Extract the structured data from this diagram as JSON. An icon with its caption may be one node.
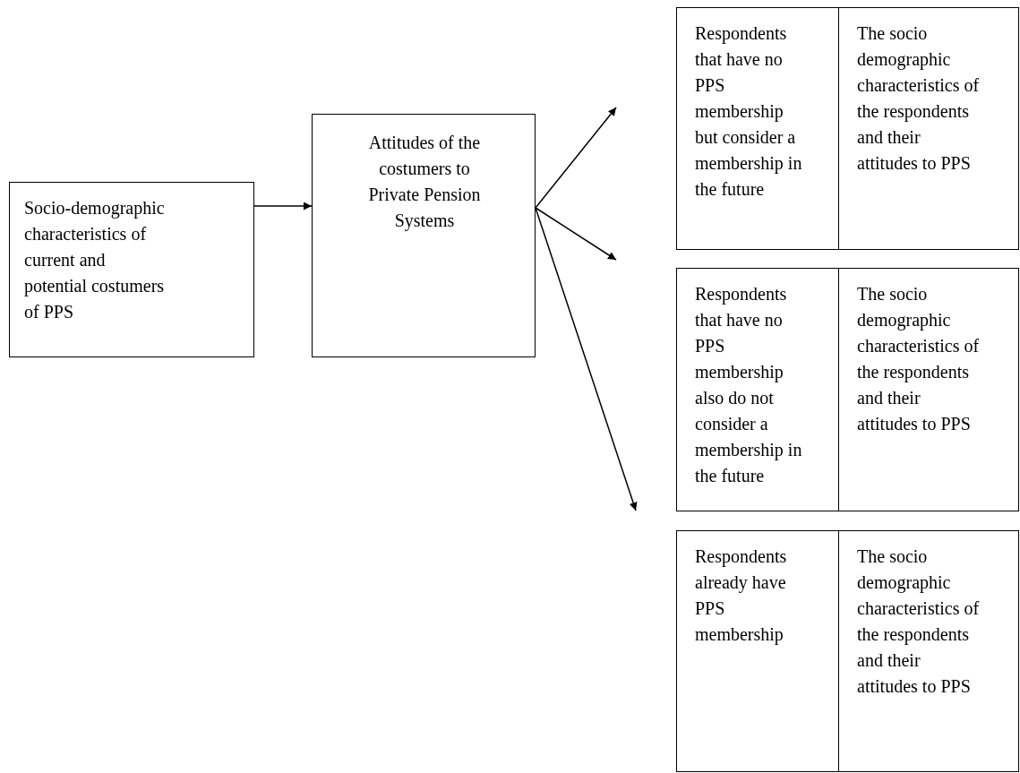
{
  "diagram": {
    "nodes": [
      {
        "text": [
          "Socio-demographic characteristics of current and potential costumers of PPS"
        ]
      },
      {
        "text": [
          "Attitudes of the costumers to Private Pension Systems"
        ]
      },
      {
        "text": [
          "Respondents that have no PPS membership but consider a membership in the future",
          "The socio demographic characteristics of the respondents and their attitudes to PPS"
        ]
      },
      {
        "text": [
          "Respondents that have no PPS membership also do not consider a membership in the future",
          "The socio demographic characteristics of the respondents and their attitudes to PPS"
        ]
      },
      {
        "text": [
          "Respondents already have PPS membership",
          "The socio demographic characteristics of the respondents and their attitudes to PPS"
        ]
      }
    ],
    "edges": [
      {
        "from": 0,
        "to": 1,
        "arrow": "to"
      },
      {
        "from": 1,
        "to": null,
        "arrow": "to"
      },
      {
        "from": 1,
        "to": null,
        "arrow": "to"
      },
      {
        "from": 1,
        "to": null,
        "arrow": "to"
      }
    ]
  }
}
